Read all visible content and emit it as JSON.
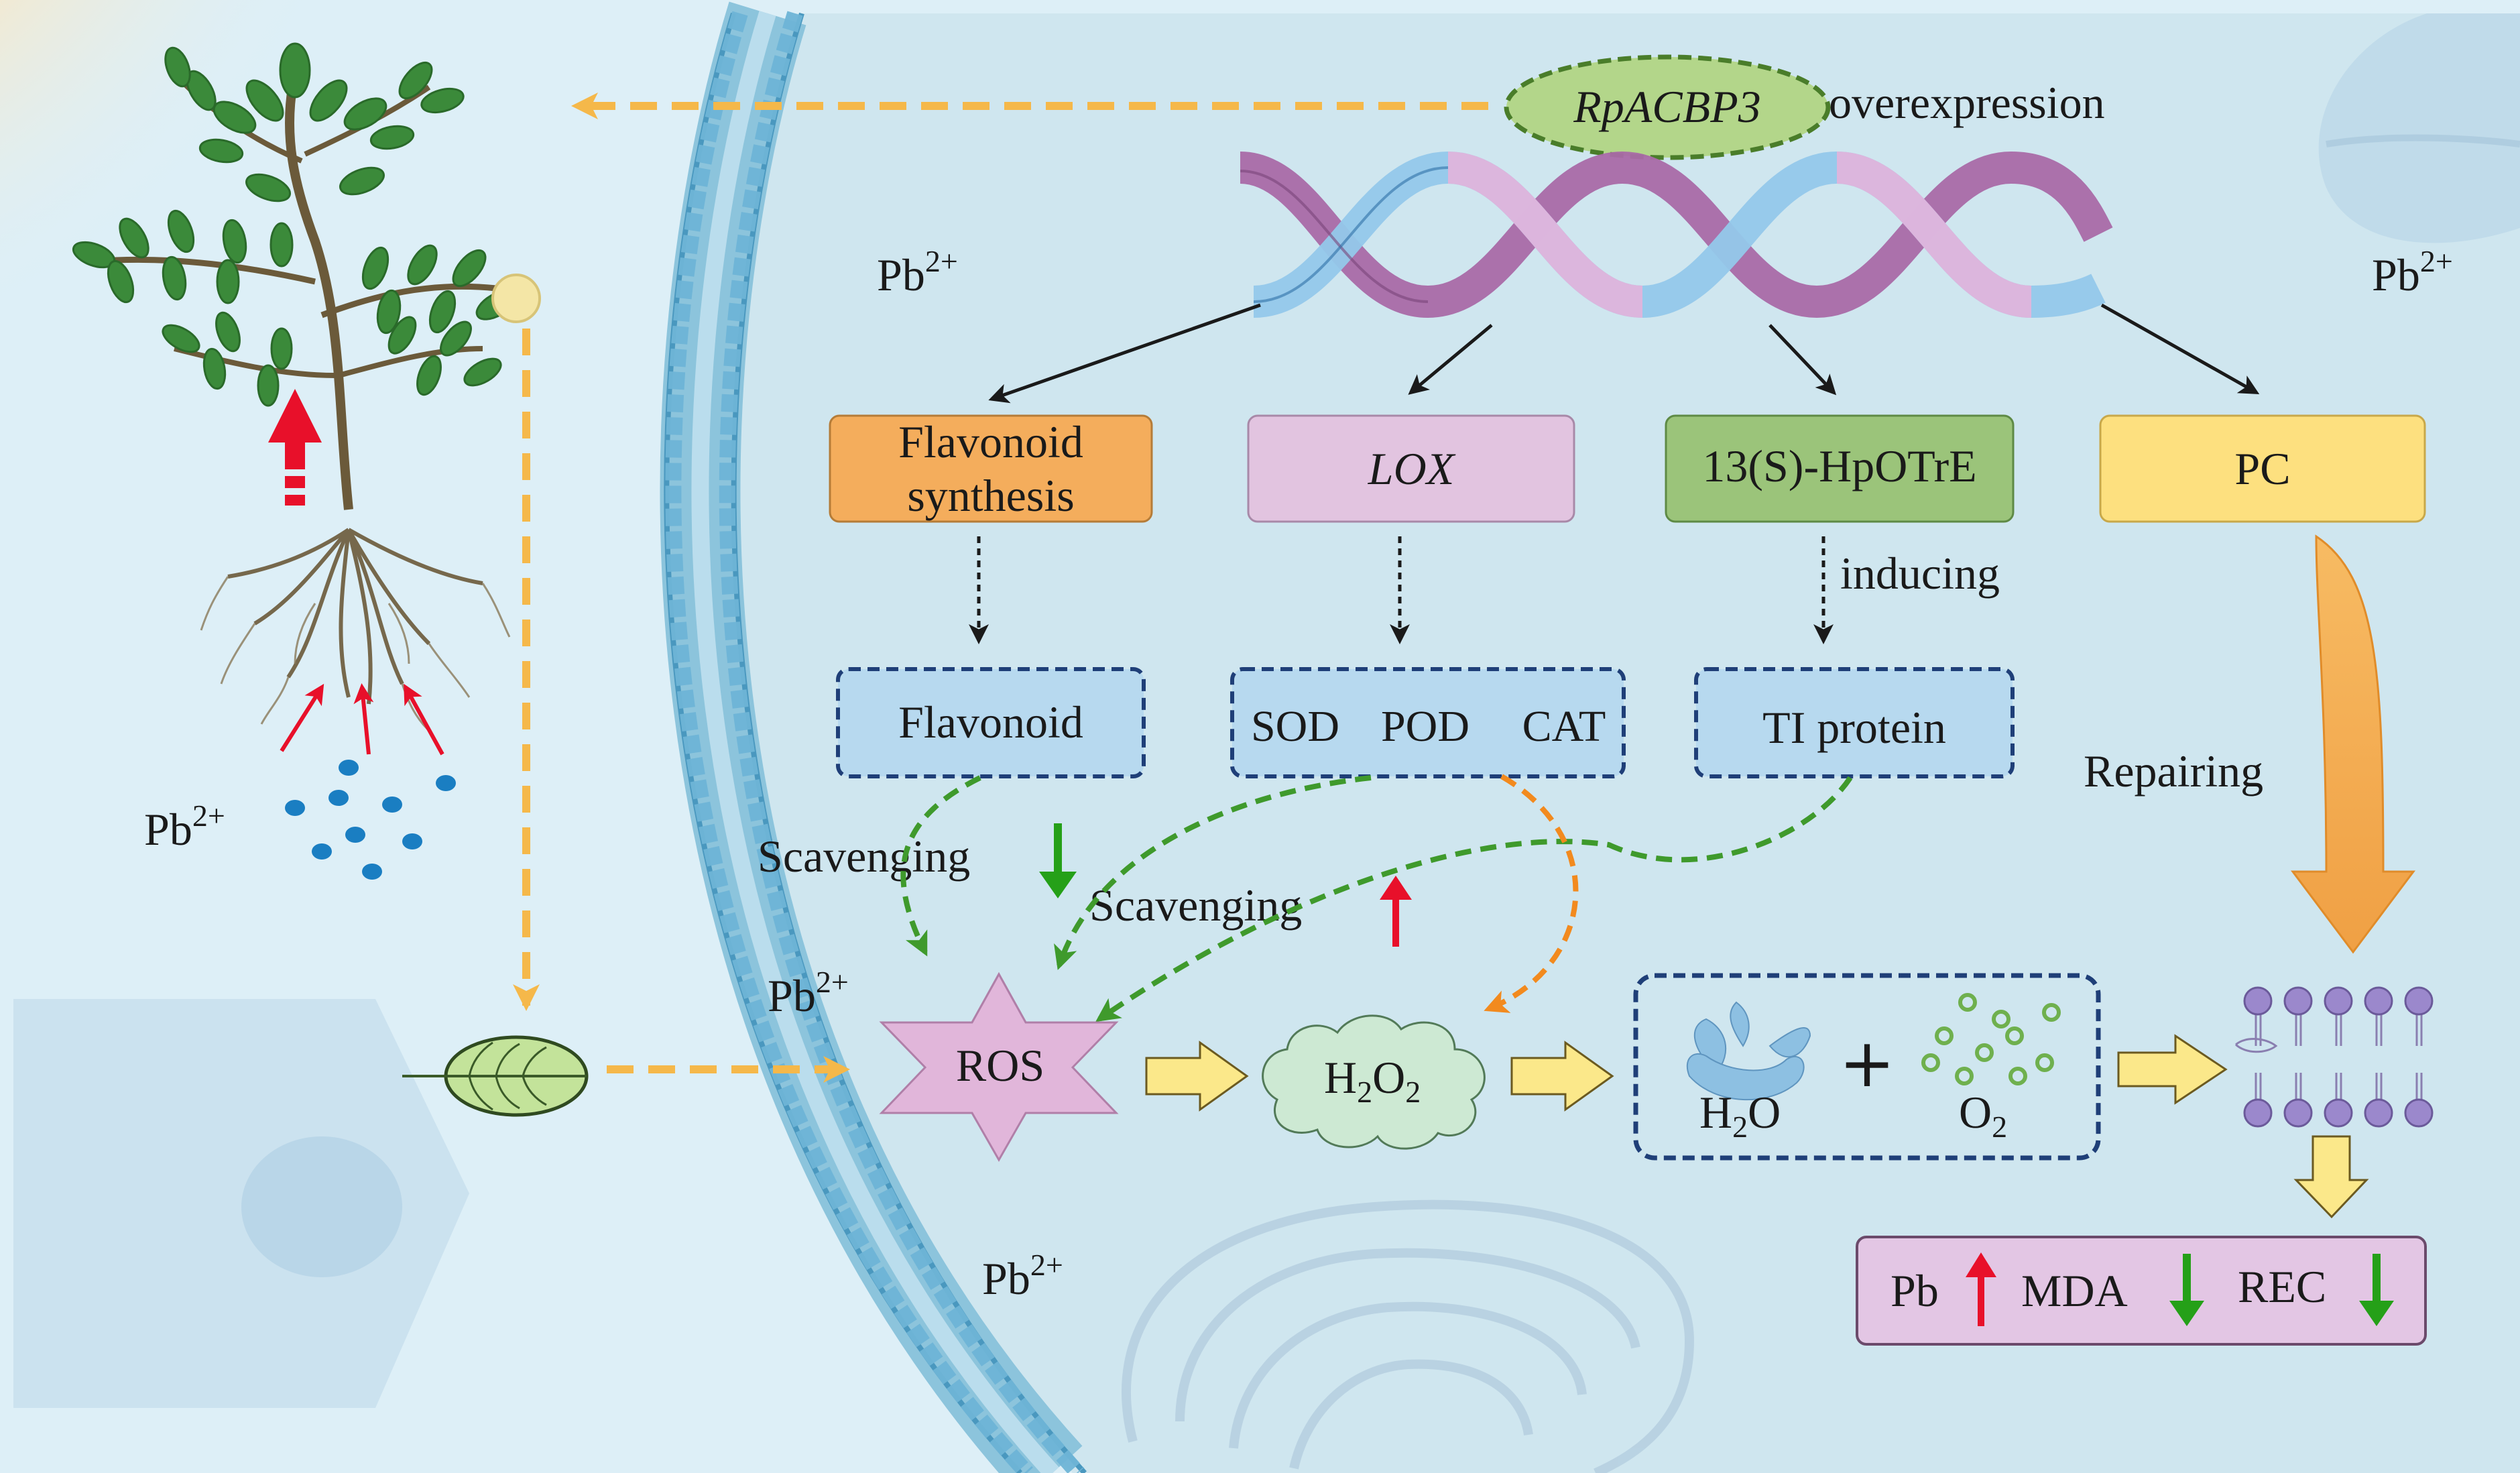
{
  "gene": {
    "name": "RpACBP3",
    "suffix": "overexpression"
  },
  "ions": {
    "base": "Pb",
    "charge": "2+"
  },
  "boxes": {
    "flavonoid_synthesis": [
      "Flavonoid",
      "synthesis"
    ],
    "lox": "LOX",
    "hpotre": "13(S)-HpOTrE",
    "pc": "PC",
    "flavonoid": "Flavonoid",
    "sod": "SOD",
    "pod": "POD",
    "cat": "CAT",
    "ti_protein": "TI protein"
  },
  "labels": {
    "inducing": "inducing",
    "repairing": "Repairing",
    "scavenging_1": "Scavenging",
    "scavenging_2": "Scavenging",
    "ros": "ROS"
  },
  "molecules": {
    "h2o2": {
      "a": "H",
      "s1": "2",
      "b": "O",
      "s2": "2"
    },
    "h2o": {
      "a": "H",
      "s1": "2",
      "b": "O"
    },
    "o2": {
      "a": "O",
      "s1": "2"
    },
    "plus": "+"
  },
  "results": {
    "pb": "Pb",
    "mda": "MDA",
    "rec": "REC"
  },
  "colors": {
    "background": "#ddeff7",
    "cell_interior": "#cfe6ef",
    "membrane": "#6fb3d1",
    "flavonoid_synthesis_box": "#f4ad5c",
    "lox_box": "#e2c4e0",
    "hpotre_box": "#9bc47a",
    "pc_box": "#fde07f",
    "enzyme_box": "#b7d9ef",
    "ros_star": "#e1b6da",
    "h2o2_cloud": "#cde9d3",
    "result_box": "#e3c6e4",
    "gene_ellipse": "#b3d68a",
    "dashed_orange": "#f5b84a",
    "dashed_green": "#3f9a2c",
    "arrow_red": "#e8102a",
    "arrow_green": "#25a018",
    "block_arrow_yellow": "#fbe88a"
  },
  "icons": {
    "plant": "plant-icon",
    "leaf": "leaf-icon",
    "dna": "dna-helix-icon",
    "membrane_bilayer": "lipid-bilayer-icon",
    "water": "water-drop-icon",
    "oxygen": "oxygen-bubbles-icon"
  }
}
